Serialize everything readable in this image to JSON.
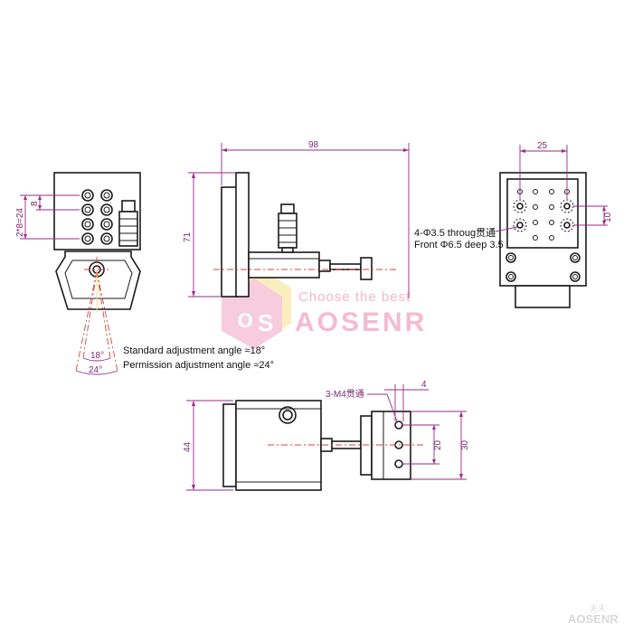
{
  "colors": {
    "outline": "#1a1a1a",
    "dimension": "#9b2a8a",
    "centerline": "#d0463c",
    "watermark_pink": "#f2a3c3",
    "watermark_yellow": "#f6df8a"
  },
  "dimensions": {
    "front_pitch": "8",
    "front_span": "2*8=24",
    "side_width": "98",
    "side_height": "71",
    "right_width": "25",
    "right_pitch": "10",
    "bottom_height": "44",
    "bottom_offset": "4",
    "bottom_pitch": "20",
    "bottom_total": "30",
    "angle_standard": "18°",
    "angle_permission": "24°"
  },
  "notes": {
    "standard_angle": "Standard adjustment angle ≈18°",
    "permission_angle": "Permission adjustment angle ≈24°",
    "hole_note_line1": "4-Φ3.5 throug贯通",
    "hole_note_line2": "Front Φ6.5 deep 3.5",
    "tap_note": "3-M4贯通"
  },
  "watermark": {
    "tagline": "Choose the best",
    "brand": "AOSENR",
    "corner_small": "天天",
    "corner_brand": "AOSENR"
  }
}
